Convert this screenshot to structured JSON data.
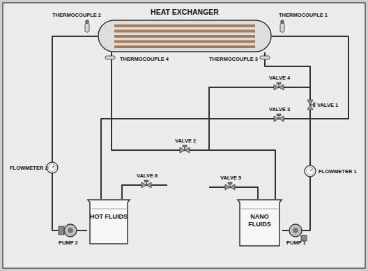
{
  "diagram": {
    "nodes": [
      {
        "text": [
          "HEAT EXCHANGER"
        ]
      },
      {
        "text": [
          "HOT FLUIDS"
        ]
      },
      {
        "text": [
          "NANO FLUIDS"
        ]
      }
    ],
    "edges": [
      {
        "from": 1,
        "to": 0,
        "arrow": "none"
      },
      {
        "from": 0,
        "to": 1,
        "arrow": "none"
      },
      {
        "from": 2,
        "to": 0,
        "arrow": "none"
      },
      {
        "from": 0,
        "to": 2,
        "arrow": "none"
      }
    ],
    "labels": [
      "THERMOCOUPLE 2",
      "THERMOCOUPLE 1",
      "THERMOCOUPLE 4",
      "THERMOCOUPLE 3",
      "VALVE 4",
      "VALVE 1",
      "VALVE 3",
      "VALVE 2",
      "FLOWMETER 2",
      "FLOWMETER 1",
      "VALVE 6",
      "VALVE 5",
      "PUMP 2",
      "PUMP 1"
    ]
  }
}
